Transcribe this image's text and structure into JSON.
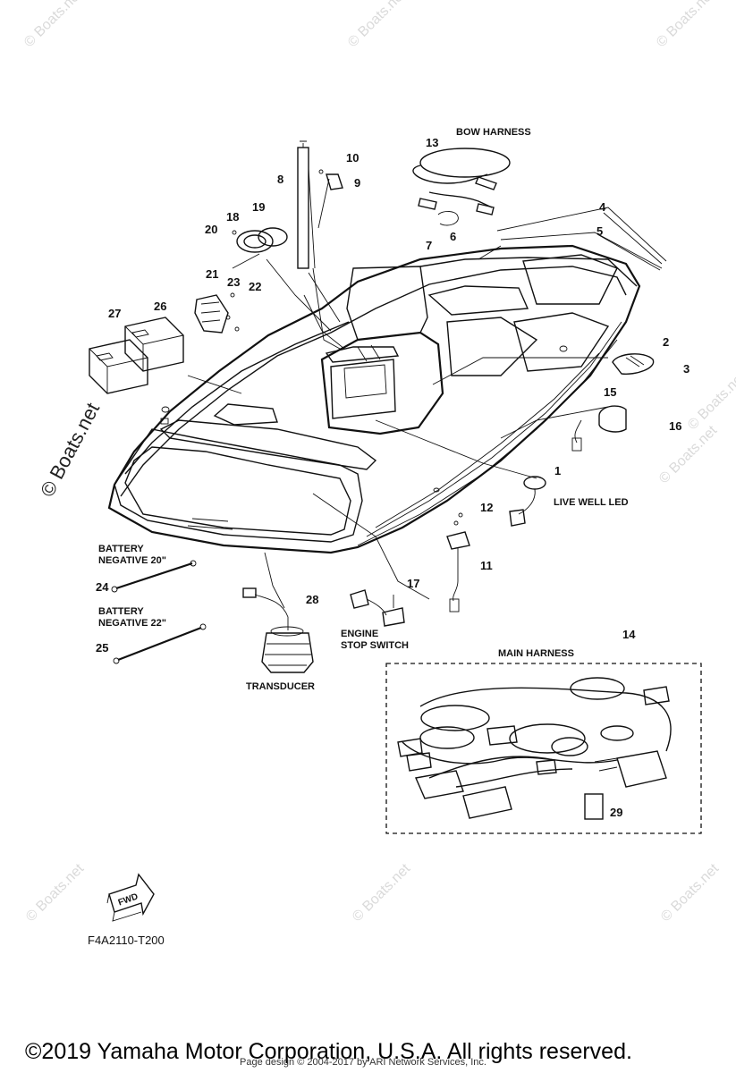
{
  "diagram": {
    "part_code": "F4A2110-T200",
    "fwd_label": "FWD",
    "callouts": [
      "1",
      "2",
      "3",
      "4",
      "5",
      "6",
      "7",
      "8",
      "9",
      "10",
      "11",
      "12",
      "13",
      "14",
      "15",
      "16",
      "17",
      "18",
      "19",
      "20",
      "21",
      "22",
      "23",
      "24",
      "25",
      "26",
      "27",
      "28",
      "29"
    ],
    "labels": {
      "bow_harness": "BOW HARNESS",
      "live_well_led": "LIVE WELL LED",
      "battery_negative_20_line1": "BATTERY",
      "battery_negative_20_line2": "NEGATIVE 20\"",
      "battery_negative_22_line1": "BATTERY",
      "battery_negative_22_line2": "NEGATIVE 22\"",
      "engine_stop_switch_line1": "ENGINE",
      "engine_stop_switch_line2": "STOP SWITCH",
      "main_harness": "MAIN HARNESS",
      "transducer": "TRANSDUCER"
    }
  },
  "watermark": {
    "text": "© Boats.net"
  },
  "footer": {
    "copyright": "©2019 Yamaha Motor Corporation, U.S.A. All rights reserved.",
    "credit": "Page design © 2004-2017 by ARI Network Services, Inc."
  }
}
